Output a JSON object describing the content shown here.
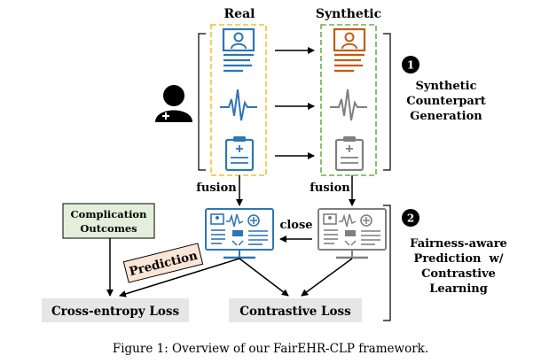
{
  "columns": {
    "real": "Real",
    "synthetic": "Synthetic"
  },
  "rows": [
    {
      "icon": "patient-profile-icon"
    },
    {
      "icon": "ecg-signal-icon"
    },
    {
      "icon": "clipboard-icon"
    }
  ],
  "labels": {
    "fusion_left": "fusion",
    "fusion_right": "fusion",
    "close": "close",
    "complication_line1": "Complication",
    "complication_line2": "Outcomes",
    "prediction": "Prediction",
    "cross_entropy_loss": "Cross-entropy Loss",
    "contrastive_loss": "Contrastive Loss"
  },
  "steps": [
    {
      "number": "1",
      "lines": [
        "Synthetic",
        "Counterpart",
        "Generation"
      ]
    },
    {
      "number": "2",
      "lines": [
        "Fairness-aware",
        "Prediction  w/",
        "Contrastive",
        "Learning"
      ]
    }
  ],
  "caption": "Figure 1: Overview of our FairEHR-CLP framework.",
  "colors": {
    "real_accent": "#2e75b6",
    "synthetic_accent": "#c55a11",
    "real_border": "#f2c12e",
    "synthetic_border": "#70ad47",
    "gray_icon": "#7f7f7f",
    "complication_fill": "#e2efda",
    "prediction_fill": "#fbe5d6",
    "loss_fill": "#e7e6e6"
  }
}
